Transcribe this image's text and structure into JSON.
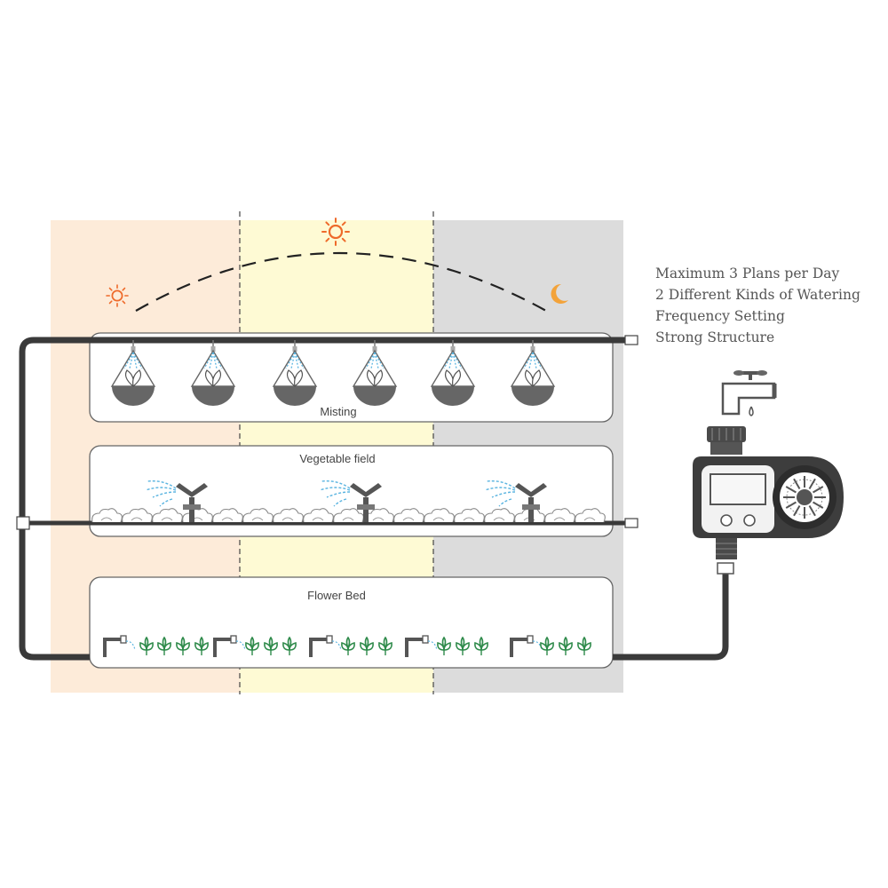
{
  "features": [
    "Maximum 3 Plans per Day",
    "2 Different Kinds of Watering",
    "Frequency Setting",
    "Strong Structure"
  ],
  "zones": {
    "misting": "Misting",
    "vegetable": "Vegetable field",
    "flower": "Flower Bed"
  },
  "panels": {
    "morning_color": "#fdebd9",
    "noon_color": "#fefad4",
    "night_color": "#dcdcdc"
  },
  "icons": [
    "sun-icon",
    "moon-icon",
    "faucet-icon",
    "timer-icon",
    "sprinkler-icon",
    "mist-nozzle-icon",
    "drip-emitter-icon",
    "plant-icon"
  ]
}
